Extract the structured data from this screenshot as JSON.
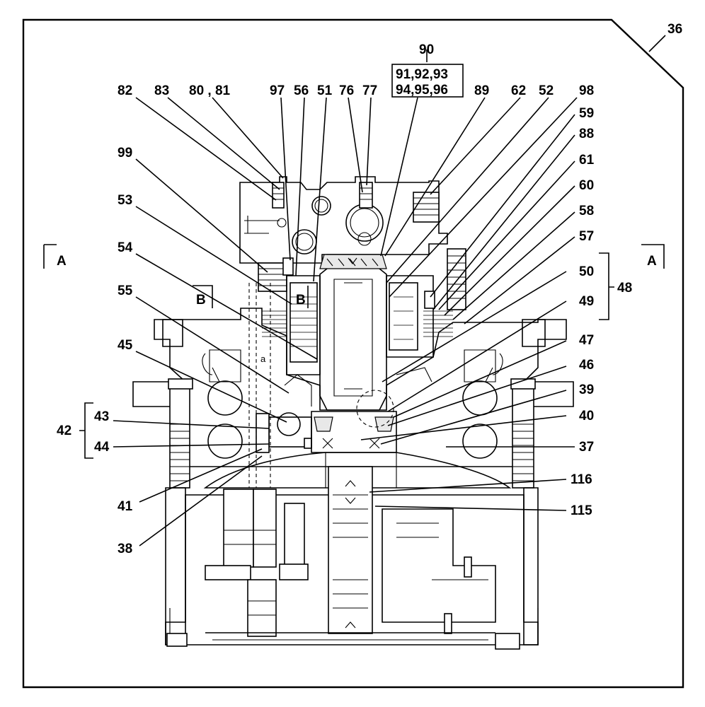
{
  "sheet_number": "36",
  "section_marker_left": "A",
  "section_marker_right": "A",
  "section_marker_b_left": "B",
  "section_marker_b_right": "B",
  "group_label_top": "90",
  "group_box_line1": "91,92,93",
  "group_box_line2": "94,95,96",
  "group_label_right": "48",
  "group_label_left": "42",
  "pipe_label": "a",
  "labels": {
    "l82": "82",
    "l83": "83",
    "l8081": "80 , 81",
    "l97": "97",
    "l56": "56",
    "l51": "51",
    "l76": "76",
    "l77": "77",
    "l89": "89",
    "l62": "62",
    "l52": "52",
    "l98": "98",
    "l59": "59",
    "l88": "88",
    "l61": "61",
    "l60": "60",
    "l58": "58",
    "l57": "57",
    "l50": "50",
    "l49": "49",
    "l47": "47",
    "l46": "46",
    "l39": "39",
    "l40": "40",
    "l37": "37",
    "l116": "116",
    "l115": "115",
    "l99": "99",
    "l53": "53",
    "l54": "54",
    "l55": "55",
    "l45": "45",
    "l43": "43",
    "l44": "44",
    "l41": "41",
    "l38": "38"
  }
}
